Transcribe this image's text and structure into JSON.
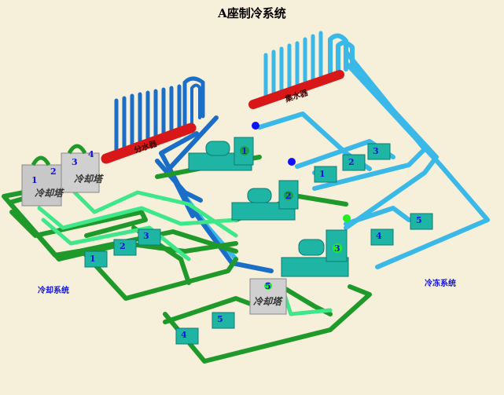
{
  "title": "A座制冷系统",
  "cooling_system_label": "冷却系统",
  "chilled_system_label": "冷冻系统",
  "supply_header_label": "分水器",
  "return_header_label": "集水器",
  "cooling_tower_label": "冷却塔",
  "cooling_towers": [
    "1",
    "2",
    "3",
    "4",
    "5"
  ],
  "chillers": [
    "1",
    "2",
    "3"
  ],
  "cooling_pumps": [
    "1",
    "2",
    "3",
    "4",
    "5"
  ],
  "chilled_pumps": [
    "1",
    "2",
    "3",
    "4",
    "5"
  ],
  "colors": {
    "background": "#f6f0db",
    "header": "#d81818",
    "chilled_pipe": "#3ab8e8",
    "return_pipe": "#1a6ec8",
    "cooling_pipe": "#1f9a2a",
    "cooling_return_pipe": "#3ee88a",
    "equipment": "#1fb5a5",
    "valve_blue": "#1010ff",
    "valve_green": "#20ee20"
  }
}
